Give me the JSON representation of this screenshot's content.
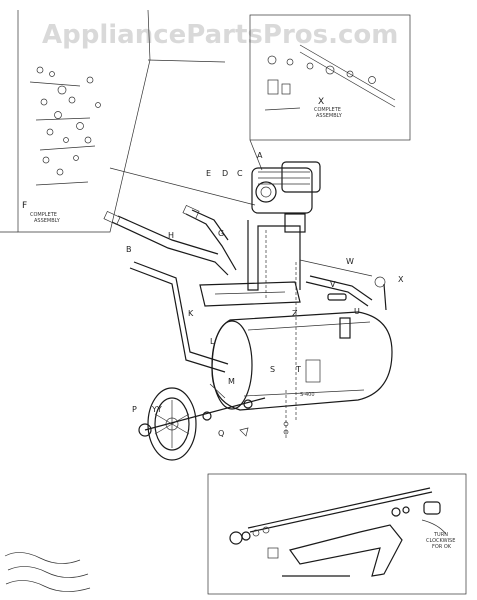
{
  "watermark": "AppliancePartsPros.com",
  "insets": {
    "left": {
      "letter": "F",
      "caption_line1": "COMPLETE",
      "caption_line2": "ASSEMBLY"
    },
    "top_right": {
      "letter": "X",
      "caption_line1": "COMPLETE",
      "caption_line2": "ASSEMBLY"
    },
    "bottom": {
      "note_line1": "TURN",
      "note_line2": "CLOCKWISE",
      "note_line3": "FOR OK"
    }
  },
  "part_labels": [
    {
      "id": "A",
      "text": "A"
    },
    {
      "id": "B",
      "text": "B"
    },
    {
      "id": "C",
      "text": "C"
    },
    {
      "id": "D",
      "text": "D"
    },
    {
      "id": "E",
      "text": "E"
    },
    {
      "id": "G",
      "text": "G"
    },
    {
      "id": "H",
      "text": "H"
    },
    {
      "id": "K",
      "text": "K"
    },
    {
      "id": "L",
      "text": "L"
    },
    {
      "id": "M",
      "text": "M"
    },
    {
      "id": "P",
      "text": "P"
    },
    {
      "id": "Q",
      "text": "Q"
    },
    {
      "id": "S",
      "text": "S"
    },
    {
      "id": "T",
      "text": "T"
    },
    {
      "id": "U",
      "text": "U"
    },
    {
      "id": "V",
      "text": "V"
    },
    {
      "id": "W",
      "text": "W"
    },
    {
      "id": "X",
      "text": "X"
    },
    {
      "id": "YY",
      "text": "YY"
    },
    {
      "id": "Z",
      "text": "Z"
    }
  ]
}
